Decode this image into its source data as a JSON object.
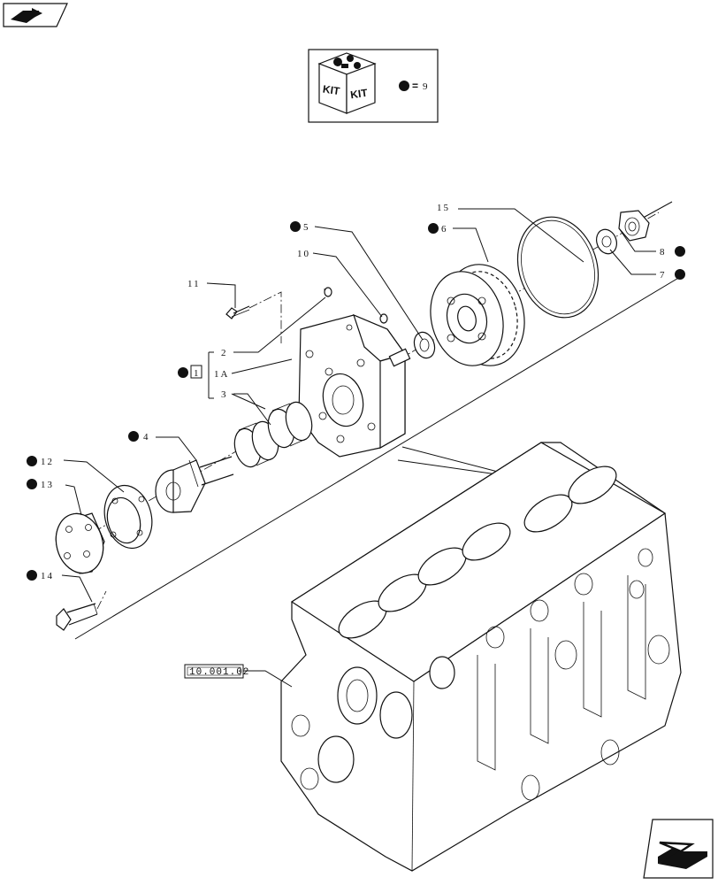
{
  "kit_box": {
    "kit_text_1": "KIT",
    "kit_text_2": "KIT",
    "equals": "=",
    "number": "9"
  },
  "reference_label": "10.001.02",
  "callouts": {
    "c15": "15",
    "c6": "6",
    "c5": "5",
    "c10": "10",
    "c11": "11",
    "c2": "2",
    "c1A": "1A",
    "c1": "1",
    "c3": "3",
    "c4": "4",
    "c12": "12",
    "c13": "13",
    "c14": "14",
    "c8": "8",
    "c7": "7"
  }
}
